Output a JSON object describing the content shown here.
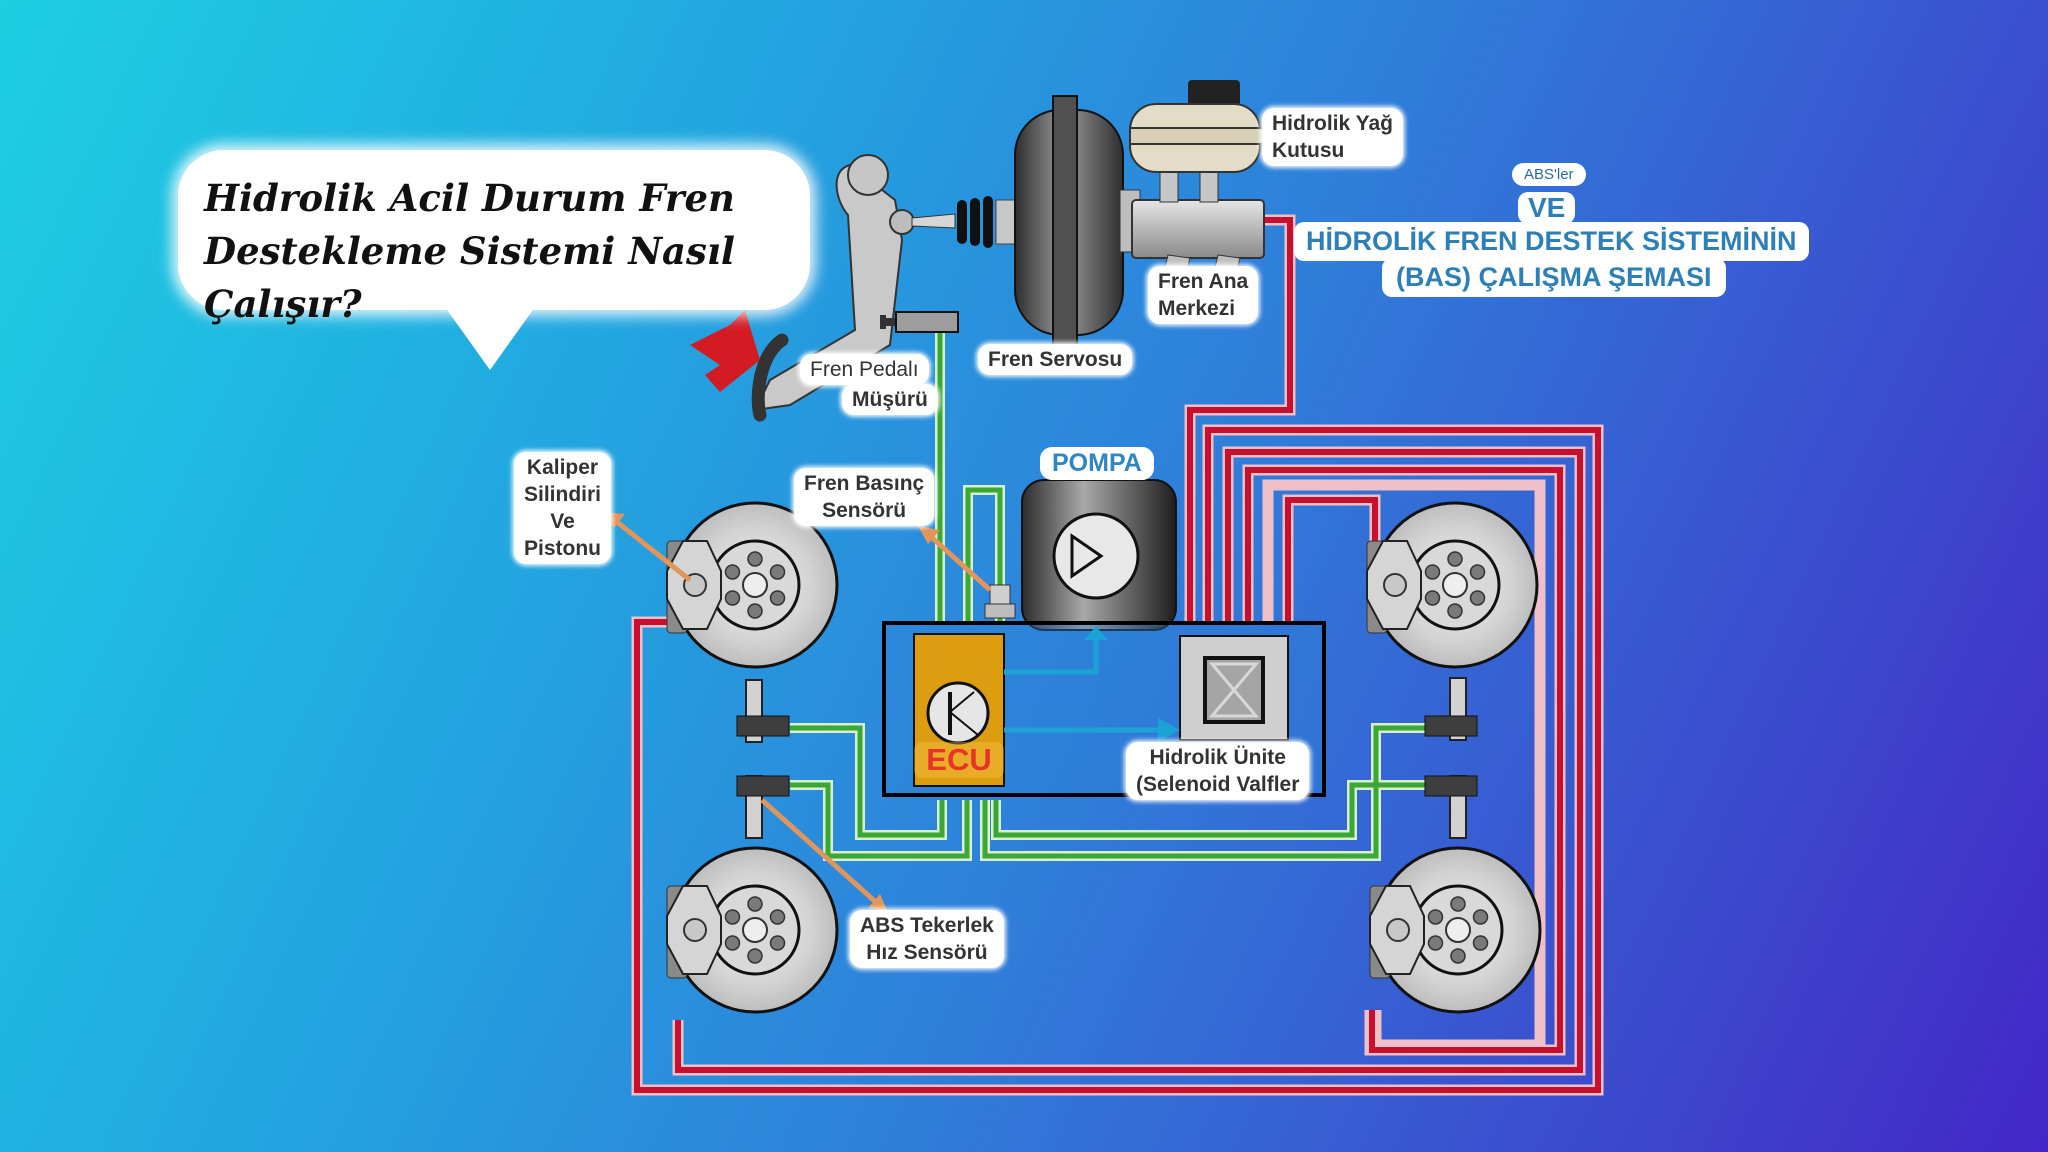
{
  "question_bubble": {
    "lines": [
      "Hidrolik Acil Durum Fren",
      "Destekleme Sistemi  Nasıl",
      "Çalışır?"
    ]
  },
  "diagram_title": {
    "abs_label": "ABS'ler",
    "ve": "VE",
    "line1": "HİDROLİK FREN DESTEK SİSTEMİNİN",
    "line2": "(BAS) ÇALIŞMA ŞEMASI"
  },
  "components": {
    "reservoir": {
      "line1": "Hidrolik Yağ",
      "line2": "Kutusu"
    },
    "master_cylinder": {
      "line1": "Fren Ana",
      "line2": "Merkezi"
    },
    "servo": {
      "label": "Fren Servosu"
    },
    "pedal_switch": {
      "line1": "Fren Pedalı",
      "line2": "Müşürü"
    },
    "pressure_sensor": {
      "line1": "Fren Basınç",
      "line2": "Sensörü"
    },
    "caliper": {
      "line1": "Kaliper",
      "line2": "Silindiri",
      "line3": "Ve",
      "line4": "Pistonu"
    },
    "pump": {
      "label": "POMPA"
    },
    "ecu": {
      "label": "ECU"
    },
    "hydraulic_unit": {
      "line1": "Hidrolik Ünite",
      "line2": "(Selenoid Valfler"
    },
    "wheel_speed_sensor": {
      "line1": "ABS Tekerlek",
      "line2": "Hız Sensörü"
    }
  },
  "colors": {
    "brake_line": "#c8102e",
    "signal_line": "#3aa832",
    "control_arrow": "#1aa3d4",
    "pointer_arrow": "#e2955a",
    "ecu_fill": "#dd9d10",
    "ecu_text": "#e8322a",
    "title_text": "#2d7fb6"
  }
}
